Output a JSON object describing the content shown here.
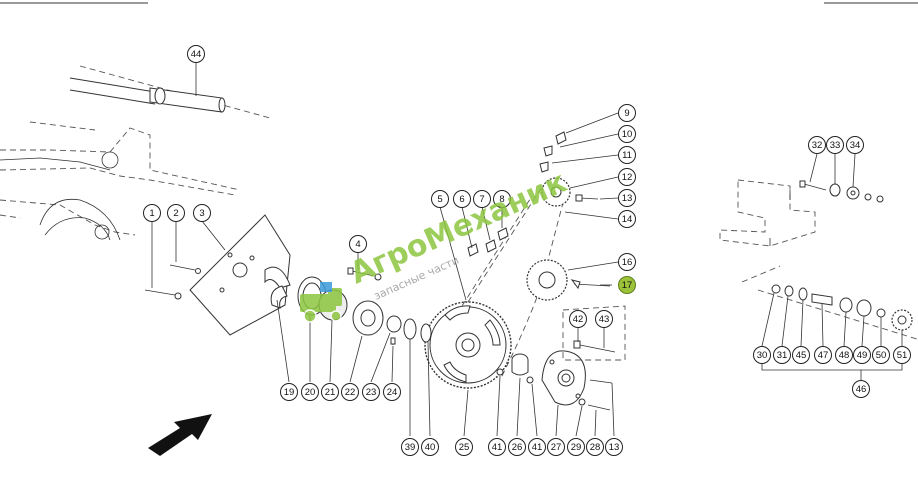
{
  "callouts": [
    {
      "id": "c44",
      "label": "44"
    },
    {
      "id": "c9",
      "label": "9"
    },
    {
      "id": "c10",
      "label": "10"
    },
    {
      "id": "c11",
      "label": "11"
    },
    {
      "id": "c12",
      "label": "12"
    },
    {
      "id": "c13a",
      "label": "13"
    },
    {
      "id": "c14",
      "label": "14"
    },
    {
      "id": "c16",
      "label": "16"
    },
    {
      "id": "c17",
      "label": "17"
    },
    {
      "id": "c5",
      "label": "5"
    },
    {
      "id": "c6",
      "label": "6"
    },
    {
      "id": "c7",
      "label": "7"
    },
    {
      "id": "c8",
      "label": "8"
    },
    {
      "id": "c4",
      "label": "4"
    },
    {
      "id": "c1",
      "label": "1"
    },
    {
      "id": "c2",
      "label": "2"
    },
    {
      "id": "c3",
      "label": "3"
    },
    {
      "id": "c42",
      "label": "42"
    },
    {
      "id": "c43",
      "label": "43"
    },
    {
      "id": "c19",
      "label": "19"
    },
    {
      "id": "c20",
      "label": "20"
    },
    {
      "id": "c21",
      "label": "21"
    },
    {
      "id": "c22",
      "label": "22"
    },
    {
      "id": "c23",
      "label": "23"
    },
    {
      "id": "c24",
      "label": "24"
    },
    {
      "id": "c39",
      "label": "39"
    },
    {
      "id": "c40",
      "label": "40"
    },
    {
      "id": "c25",
      "label": "25"
    },
    {
      "id": "c41a",
      "label": "41"
    },
    {
      "id": "c26",
      "label": "26"
    },
    {
      "id": "c41b",
      "label": "41"
    },
    {
      "id": "c27",
      "label": "27"
    },
    {
      "id": "c29",
      "label": "29"
    },
    {
      "id": "c28",
      "label": "28"
    },
    {
      "id": "c13b",
      "label": "13"
    },
    {
      "id": "c32",
      "label": "32"
    },
    {
      "id": "c33",
      "label": "33"
    },
    {
      "id": "c34",
      "label": "34"
    },
    {
      "id": "c30",
      "label": "30"
    },
    {
      "id": "c31",
      "label": "31"
    },
    {
      "id": "c45",
      "label": "45"
    },
    {
      "id": "c47",
      "label": "47"
    },
    {
      "id": "c48",
      "label": "48"
    },
    {
      "id": "c49",
      "label": "49"
    },
    {
      "id": "c50",
      "label": "50"
    },
    {
      "id": "c51",
      "label": "51"
    },
    {
      "id": "c46",
      "label": "46"
    }
  ],
  "highlight_label": "17",
  "watermark": {
    "brand": "АгроМеханик",
    "tagline": "запасные части"
  },
  "colors": {
    "ink": "#333333",
    "highlight": "#9cc23a",
    "watermark": "#8cc63f"
  }
}
